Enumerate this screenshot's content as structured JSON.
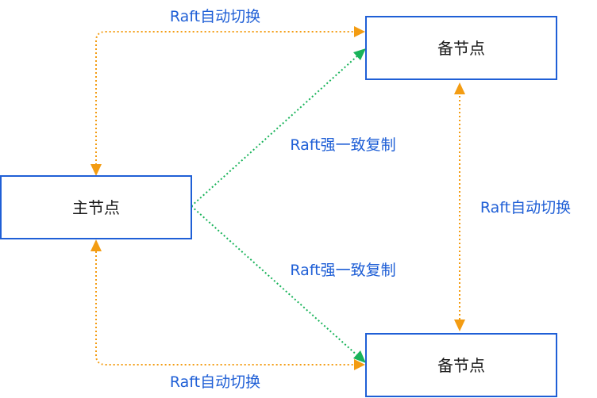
{
  "nodes": {
    "primary": {
      "label": "主节点",
      "border_color": "#1f5fd6"
    },
    "standby_top": {
      "label": "备节点",
      "border_color": "#1f5fd6"
    },
    "standby_bottom": {
      "label": "备节点",
      "border_color": "#1f5fd6"
    }
  },
  "edges": {
    "failover_top": {
      "label": "Raft自动切换",
      "color": "#f39c12",
      "style": "dotted",
      "arrows": "both"
    },
    "failover_bottom": {
      "label": "Raft自动切换",
      "color": "#f39c12",
      "style": "dotted",
      "arrows": "both"
    },
    "failover_standby": {
      "label": "Raft自动切换",
      "color": "#f39c12",
      "style": "dotted",
      "arrows": "both"
    },
    "replication_top": {
      "label": "Raft强一致复制",
      "color": "#19b35a",
      "style": "dotted",
      "arrows": "end"
    },
    "replication_bottom": {
      "label": "Raft强一致复制",
      "color": "#19b35a",
      "style": "dotted",
      "arrows": "end"
    }
  },
  "colors": {
    "label_text": "#1f5fd6",
    "node_border": "#1f5fd6",
    "failover": "#f39c12",
    "replication": "#19b35a"
  }
}
